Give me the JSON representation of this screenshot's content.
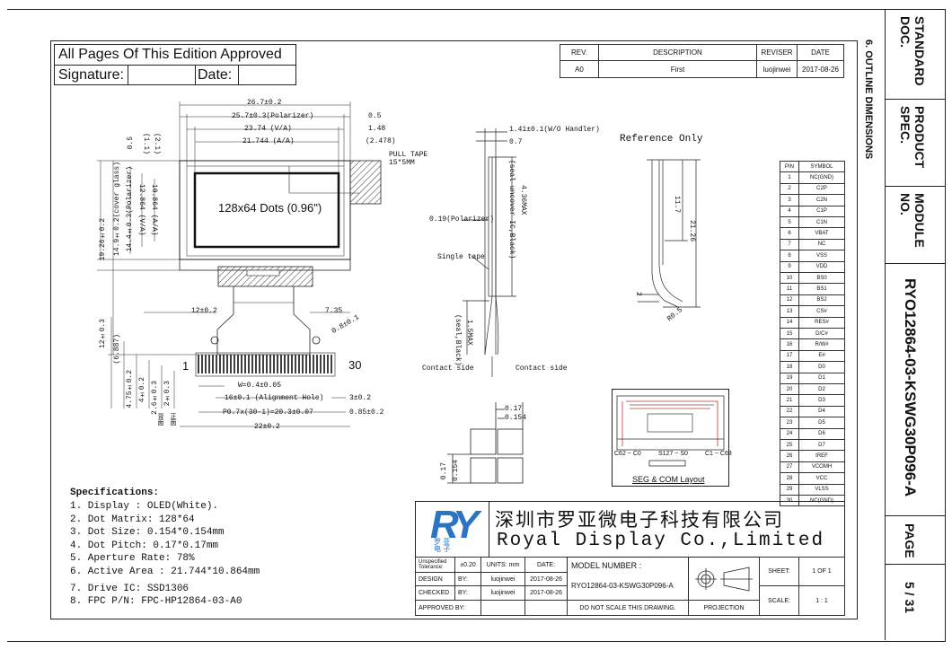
{
  "approval": {
    "edition_text": "All Pages Of This Edition Approved",
    "signature_label": "Signature:",
    "date_label": "Date:"
  },
  "revision": {
    "headers": [
      "REV.",
      "DESCRIPTION",
      "REVISER",
      "DATE"
    ],
    "row": [
      "A0",
      "First",
      "luojinwei",
      "2017-08-26"
    ]
  },
  "section_title": "6. OUTLINE DIMENSIONS",
  "side_panel": {
    "standard": "STANDARD DOC.",
    "product": "PRODUCT SPEC.",
    "module": "MODULE NO.",
    "module_number": "RYO12864-03-KSWG30P096-A",
    "page_label": "PAGE",
    "page_value": "5 / 31"
  },
  "front_view": {
    "display_text": "128x64 Dots (0.96\")",
    "pull_tape": [
      "PULL TAPE",
      "15*5MM"
    ],
    "dims_top": [
      "26.7±0.2",
      "25.7±0.3(Polarizer)",
      "23.74 (V/A)",
      "21.744 (A/A)",
      "0.5",
      "1.48",
      "(2.478)"
    ],
    "dims_left": [
      "0.5",
      "(2.1)",
      "(1.1)",
      "14.9±0.2(cover glass)",
      "14.4±0.3(Polarizer)",
      "12.864 (V/A)",
      "10.864 (A/A)",
      "19.26±0.2",
      "12±0.3",
      "(6.887)",
      "4.75±0.2",
      "4±0.2",
      "2.6±0.3",
      "2±0.3"
    ],
    "side_mark_1": "背面",
    "side_mark_2": "正面",
    "fpc_left": "12±0.2",
    "fpc_right": "7.35",
    "fpc_angle": "0.8±0.1",
    "pin_first": "1",
    "pin_last": "30",
    "pin_width": "W=0.4±0.05",
    "alignment": "16±0.1 (Alignment Hole)",
    "pitch": "P0.7x(30-1)=20.3±0.07",
    "total": "22±0.2",
    "d3": "3±0.2",
    "d085": "0.85±0.2"
  },
  "side_view": {
    "handler": "1.41±0.1(W/O Handler)",
    "d07": "0.7",
    "polarizer": "0.19(Polarizer)",
    "max436": "4.36MAX",
    "seal_uncover": "(seal uncover IC,Black)",
    "single_tape": "Single tape",
    "max15": "1.5MAX",
    "seal_black": "(seal,Black)",
    "contact_left": "Contact side",
    "contact_right": "Contact side"
  },
  "reference": {
    "title": "Reference Only",
    "d117": "11.7",
    "d2126": "21.26",
    "d2": "2",
    "r05": "R0.5"
  },
  "dot_detail": {
    "d017": "0.17",
    "d0154": "0.154",
    "v017": "0.17",
    "v0154": "0.154"
  },
  "layout": {
    "caption": "SEG & COM Layout",
    "labels": [
      "C62 ~ C0",
      "S127 ~ S0",
      "C1 ~ C63"
    ]
  },
  "pin_table": {
    "headers": [
      "PIN",
      "SYMBOL"
    ],
    "rows": [
      [
        "1",
        "NC(GND)"
      ],
      [
        "2",
        "C2P"
      ],
      [
        "3",
        "C2N"
      ],
      [
        "4",
        "C1P"
      ],
      [
        "5",
        "C1N"
      ],
      [
        "6",
        "VBAT"
      ],
      [
        "7",
        "NC"
      ],
      [
        "8",
        "VSS"
      ],
      [
        "9",
        "VDD"
      ],
      [
        "10",
        "BS0"
      ],
      [
        "11",
        "BS1"
      ],
      [
        "12",
        "BS2"
      ],
      [
        "13",
        "CS#"
      ],
      [
        "14",
        "RES#"
      ],
      [
        "15",
        "D/C#"
      ],
      [
        "16",
        "R/W#"
      ],
      [
        "17",
        "E#"
      ],
      [
        "18",
        "D0"
      ],
      [
        "19",
        "D1"
      ],
      [
        "20",
        "D2"
      ],
      [
        "21",
        "D3"
      ],
      [
        "22",
        "D4"
      ],
      [
        "23",
        "D5"
      ],
      [
        "24",
        "D6"
      ],
      [
        "25",
        "D7"
      ],
      [
        "26",
        "IREF"
      ],
      [
        "27",
        "VCOMH"
      ],
      [
        "28",
        "VCC"
      ],
      [
        "29",
        "VLSS"
      ],
      [
        "30",
        "NC(GND)"
      ]
    ]
  },
  "specs": {
    "title": "Specifications:",
    "items": [
      "1. Display :  OLED(White).",
      "2. Dot Matrix:  128*64",
      "3. Dot Size:  0.154*0.154mm",
      "4. Dot Pitch:  0.17*0.17mm",
      "5. Aperture Rate:  78%",
      "6. Active Area : 21.744*10.864mm",
      "7. Drive IC:  SSD1306",
      "8. FPC P/N:  FPC-HP12864-03-A0"
    ]
  },
  "title_block": {
    "company_cn": "深圳市罗亚微电子科技有限公司",
    "company_en": "Royal Display Co.,Limited",
    "logo_text": "RY",
    "logo_cn": "罗 亚\n电 子",
    "tol_label": "Unspecified Tolerance:",
    "tol_value": "±0.20",
    "units": "UNITS: mm",
    "date_hdr": "DATE:",
    "model_label": "MODEL NUMBER :",
    "model_value": "RYO12864-03-KSWG30P096-A",
    "design": "DESIGN",
    "checked": "CHECKED",
    "approved": "APPROVED BY:",
    "by": "BY:",
    "person": "luojinwei",
    "date1": "2017-08-26",
    "date2": "2017-08-26",
    "noscale": "DO NOT SCALE THIS DRAWING.",
    "projection": "PROJECTION",
    "sheet_label": "SHEET:",
    "sheet_value": "1  OF  1",
    "scale_label": "SCALE:",
    "scale_value": "1 : 1"
  }
}
